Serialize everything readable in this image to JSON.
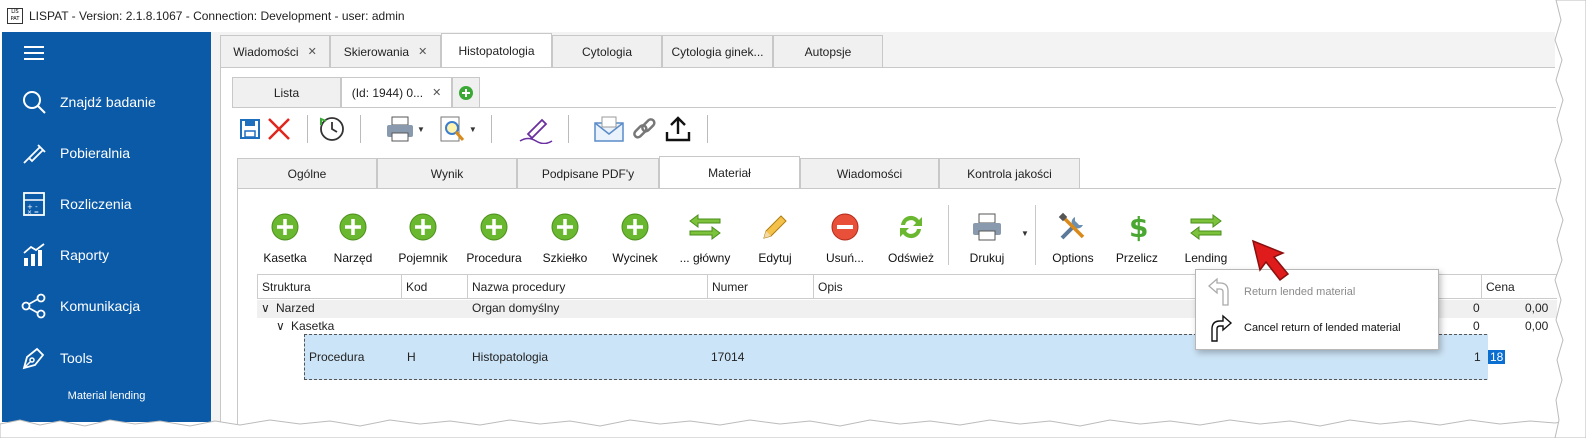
{
  "window": {
    "title": "LISPAT - Version: 2.1.8.1067 - Connection: Development - user: admin",
    "app_icon_text": "LIS PAT"
  },
  "sidebar": {
    "items": [
      {
        "label": "Znajdź badanie",
        "icon": "search-icon"
      },
      {
        "label": "Pobieralnia",
        "icon": "syringe-icon"
      },
      {
        "label": "Rozliczenia",
        "icon": "calculator-icon"
      },
      {
        "label": "Raporty",
        "icon": "chart-icon"
      },
      {
        "label": "Komunikacja",
        "icon": "share-icon"
      },
      {
        "label": "Tools",
        "icon": "pen-tool-icon"
      }
    ],
    "footer": "Material lending",
    "color": "#0b5aa8"
  },
  "main_tabs": [
    {
      "label": "Wiadomości",
      "closable": true
    },
    {
      "label": "Skierowania",
      "closable": true
    },
    {
      "label": "Histopatologia",
      "closable": false,
      "active": true
    },
    {
      "label": "Cytologia",
      "closable": false
    },
    {
      "label": "Cytologia ginek...",
      "closable": false
    },
    {
      "label": "Autopsje",
      "closable": false
    }
  ],
  "sub_tabs": [
    {
      "label": "Lista"
    },
    {
      "label": "(Id: 1944) 0...",
      "closable": true,
      "active": true
    }
  ],
  "detail_tabs": [
    {
      "label": "Ogólne"
    },
    {
      "label": "Wynik"
    },
    {
      "label": "Podpisane PDF'y"
    },
    {
      "label": "Materiał",
      "active": true
    },
    {
      "label": "Wiadomości"
    },
    {
      "label": "Kontrola jakości"
    }
  ],
  "material_toolbar": [
    {
      "label": "Kasetka",
      "icon": "plus-circle-icon"
    },
    {
      "label": "Narzęd",
      "icon": "plus-circle-icon"
    },
    {
      "label": "Pojemnik",
      "icon": "plus-circle-icon"
    },
    {
      "label": "Procedura",
      "icon": "plus-circle-icon"
    },
    {
      "label": "Szkiełko",
      "icon": "plus-circle-icon"
    },
    {
      "label": "Wycinek",
      "icon": "plus-circle-icon"
    },
    {
      "label": "... główny",
      "icon": "arrows-icon"
    },
    {
      "label": "Edytuj",
      "icon": "pencil-icon"
    },
    {
      "label": "Usuń...",
      "icon": "minus-circle-icon"
    },
    {
      "label": "Odśwież",
      "icon": "refresh-icon"
    },
    {
      "label": "Drukuj",
      "icon": "printer-icon"
    },
    {
      "label": "Options",
      "icon": "tools-icon"
    },
    {
      "label": "Przelicz",
      "icon": "dollar-icon"
    },
    {
      "label": "Lending",
      "icon": "arrows-icon"
    }
  ],
  "grid": {
    "columns": [
      "Struktura",
      "Kod",
      "Nazwa procedury",
      "Numer",
      "Opis",
      "Cena"
    ],
    "rows": [
      {
        "struktura": "Narzed",
        "kod": "",
        "nazwa": "Organ domyślny",
        "numer": "",
        "qty": "0",
        "cena": "0,00"
      },
      {
        "struktura": "Kasetka",
        "kod": "",
        "nazwa": "",
        "numer": "",
        "qty": "0",
        "cena": "0,00"
      },
      {
        "struktura": "Procedura",
        "kod": "H",
        "nazwa": "Histopatologia",
        "numer": "17014",
        "qty": "1",
        "cena": "18"
      }
    ]
  },
  "lending_menu": [
    {
      "label": "Return lended material",
      "enabled": false
    },
    {
      "label": "Cancel return of lended material",
      "enabled": true
    }
  ]
}
